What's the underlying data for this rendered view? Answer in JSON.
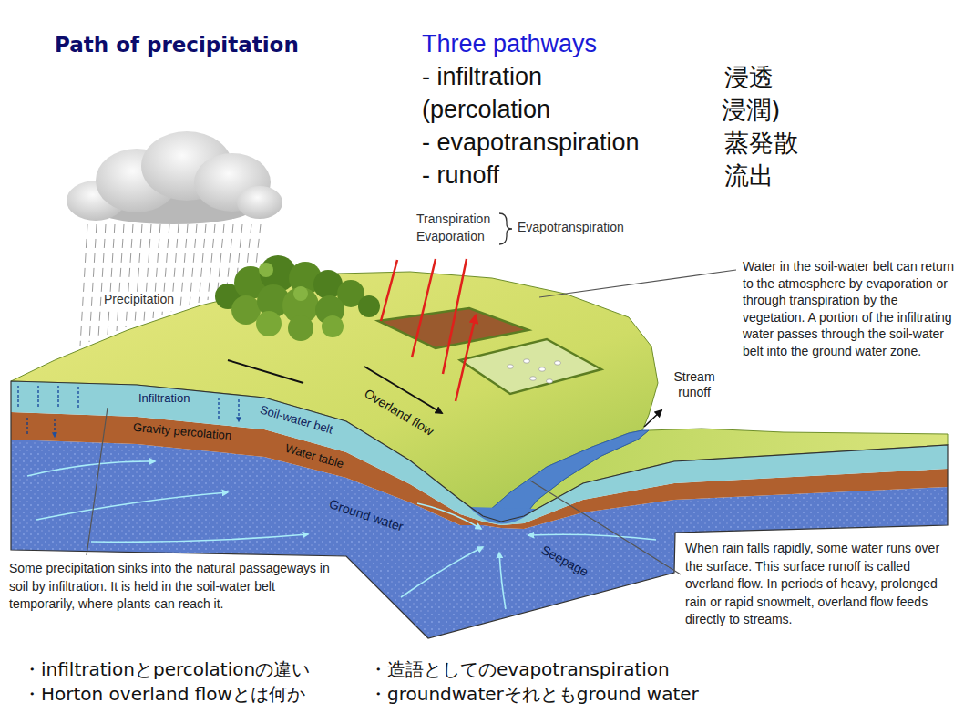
{
  "diagram": {
    "title": "Path of precipitation",
    "labels": [
      "Three pathways",
      "- infiltration",
      "浸透",
      "(percolation",
      "浸潤)",
      "- evapotranspiration",
      "蒸発散",
      "- runoff",
      "流出",
      "Transpiration",
      "Evaporation",
      "Evapotranspiration",
      "Precipitation",
      "Water in the soil-water belt can return to the atmosphere by evaporation or through transpiration by the vegetation. A portion of the infiltrating water passes through the soil-water belt into the ground water zone.",
      "Stream runoff",
      "Infiltration",
      "Gravity percolation",
      "Soil-water belt",
      "Overland flow",
      "Water table",
      "Ground water",
      "Seepage",
      "Some precipitation sinks into the natural passageways in soil by infiltration. It is held in the soil-water belt temporarily, where plants can reach it.",
      "When rain falls rapidly, some water runs over the surface. This surface runoff is called overland flow. In periods of heavy, prolonged rain or rapid snowmelt, overland flow feeds directly to streams.",
      "・infiltrationとpercolationの違い",
      "・Horton overland flowとは何か",
      "・造語としてのevapotranspiration",
      "・groundwaterそれともground water"
    ]
  }
}
